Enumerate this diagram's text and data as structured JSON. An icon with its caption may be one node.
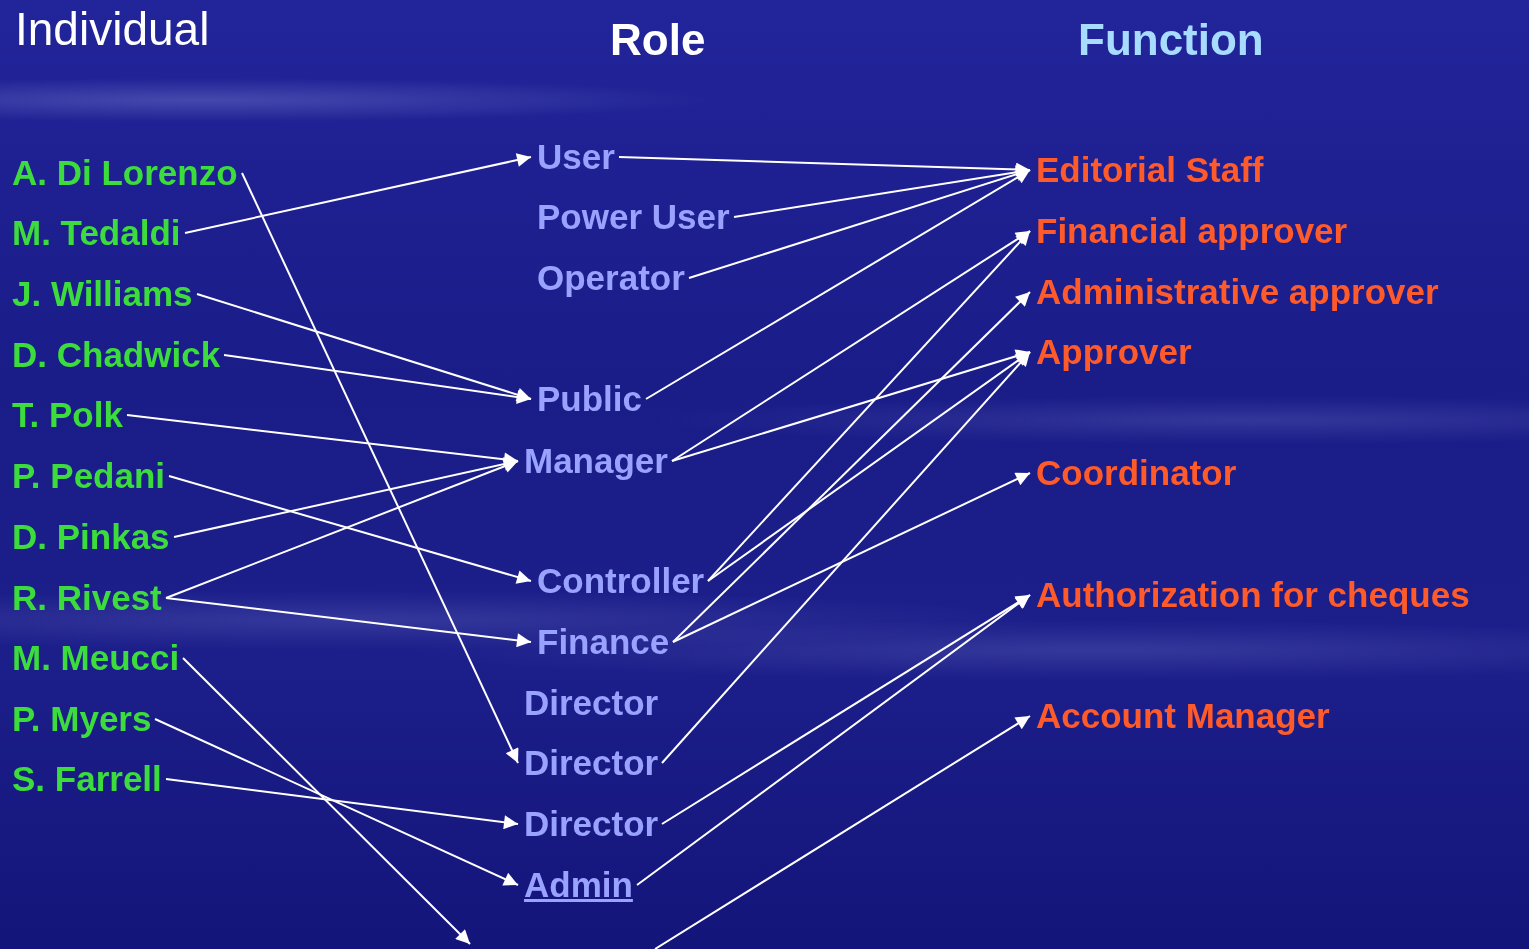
{
  "diagram": {
    "nodes": [
      {
        "text": [
          "A. Di Lorenzo"
        ]
      },
      {
        "text": [
          "M. Tedaldi"
        ]
      },
      {
        "text": [
          "J. Williams"
        ]
      },
      {
        "text": [
          "D. Chadwick"
        ]
      },
      {
        "text": [
          "T. Polk"
        ]
      },
      {
        "text": [
          "P. Pedani"
        ]
      },
      {
        "text": [
          "D. Pinkas"
        ]
      },
      {
        "text": [
          "R. Rivest"
        ]
      },
      {
        "text": [
          "M. Meucci"
        ]
      },
      {
        "text": [
          "P. Myers"
        ]
      },
      {
        "text": [
          "S. Farrell"
        ]
      },
      {
        "text": [
          "User"
        ]
      },
      {
        "text": [
          "Power User"
        ]
      },
      {
        "text": [
          "Operator"
        ]
      },
      {
        "text": [
          "Public"
        ]
      },
      {
        "text": [
          "Manager"
        ]
      },
      {
        "text": [
          "Controller"
        ]
      },
      {
        "text": [
          "Finance"
        ]
      },
      {
        "text": [
          "Director"
        ]
      },
      {
        "text": [
          "Director"
        ]
      },
      {
        "text": [
          "Director"
        ]
      },
      {
        "text": [
          "Admin"
        ]
      },
      {
        "text": [
          "Editorial Staff"
        ]
      },
      {
        "text": [
          "Financial approver"
        ]
      },
      {
        "text": [
          "Administrative approver"
        ]
      },
      {
        "text": [
          "Approver"
        ]
      },
      {
        "text": [
          "Coordinator"
        ]
      },
      {
        "text": [
          "Authorization for cheques"
        ]
      },
      {
        "text": [
          "Account Manager"
        ]
      }
    ],
    "edges": [
      {
        "from": 0,
        "to": 19,
        "arrow": "to"
      },
      {
        "from": 1,
        "to": 11,
        "arrow": "to"
      },
      {
        "from": 2,
        "to": 14,
        "arrow": "to"
      },
      {
        "from": 3,
        "to": 14,
        "arrow": "to"
      },
      {
        "from": 4,
        "to": 15,
        "arrow": "to"
      },
      {
        "from": 5,
        "to": 16,
        "arrow": "to"
      },
      {
        "from": 6,
        "to": 15,
        "arrow": "to"
      },
      {
        "from": 7,
        "to": 15,
        "arrow": "to"
      },
      {
        "from": 7,
        "to": 17,
        "arrow": "to"
      },
      {
        "from": 8,
        "to": null,
        "arrow": "to"
      },
      {
        "from": 9,
        "to": 21,
        "arrow": "to"
      },
      {
        "from": 10,
        "to": 20,
        "arrow": "to"
      },
      {
        "from": 11,
        "to": 22,
        "arrow": "to"
      },
      {
        "from": 12,
        "to": 22,
        "arrow": "to"
      },
      {
        "from": 13,
        "to": 22,
        "arrow": "to"
      },
      {
        "from": 14,
        "to": 22,
        "arrow": "to"
      },
      {
        "from": 15,
        "to": 23,
        "arrow": "to"
      },
      {
        "from": 15,
        "to": 25,
        "arrow": "to"
      },
      {
        "from": 16,
        "to": 25,
        "arrow": "to"
      },
      {
        "from": 16,
        "to": 23,
        "arrow": "to"
      },
      {
        "from": 17,
        "to": 24,
        "arrow": "to"
      },
      {
        "from": 17,
        "to": 26,
        "arrow": "to"
      },
      {
        "from": 19,
        "to": 25,
        "arrow": "to"
      },
      {
        "from": 20,
        "to": 27,
        "arrow": "to"
      },
      {
        "from": 21,
        "to": 27,
        "arrow": "to"
      },
      {
        "from": null,
        "to": 28,
        "arrow": "to"
      }
    ],
    "labels": [
      "Individual",
      "Role",
      "Function"
    ]
  }
}
